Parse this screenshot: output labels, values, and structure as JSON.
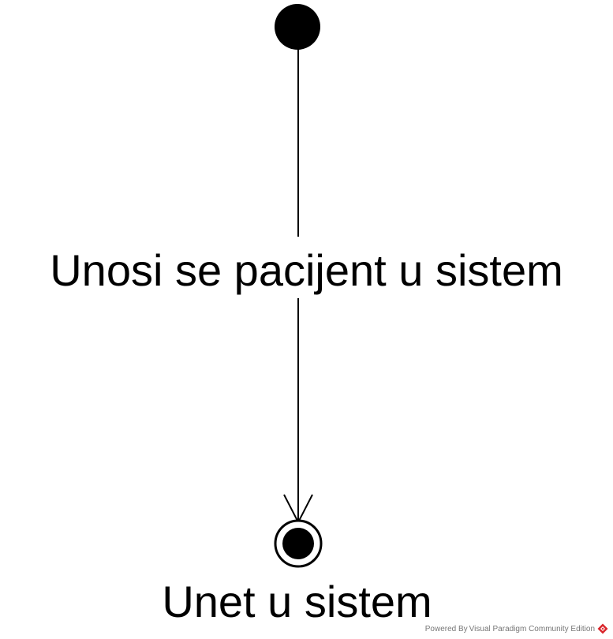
{
  "diagram": {
    "type": "uml-state-machine",
    "transition": {
      "label": "Unosi se pacijent u sistem",
      "from": "initial-state",
      "to": "final-state"
    },
    "final_state": {
      "label": "Unet u sistem"
    }
  },
  "watermark": {
    "text": "Powered By Visual Paradigm Community Edition",
    "logo_icon": "visual-paradigm-logo-icon"
  },
  "colors": {
    "stroke": "#000000",
    "fill": "#000000",
    "background": "#ffffff",
    "logo_red": "#d9262c",
    "watermark_text": "#777777"
  }
}
